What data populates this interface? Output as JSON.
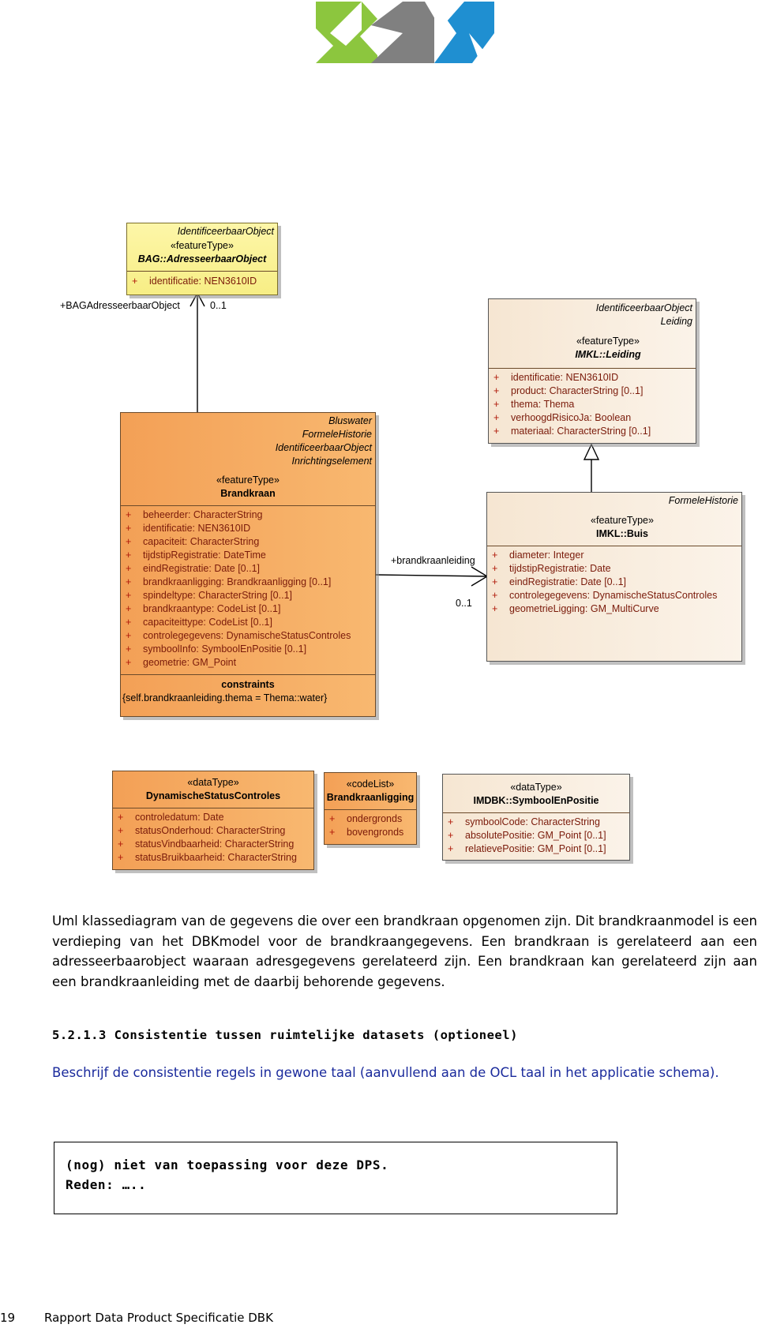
{
  "logo": {
    "name": "logo",
    "colors": [
      "#8cc63e",
      "#7f7f7f",
      "#1f8fd1"
    ]
  },
  "diagram": {
    "adresseerbaar": {
      "stereotype_super": "IdentificeerbaarObject",
      "stereotype": "«featureType»",
      "name": "BAG::AdresseerbaarObject",
      "attributes": [
        {
          "plus": "+",
          "text": "identificatie:  NEN3610ID"
        }
      ]
    },
    "assoc_top": {
      "role": "+BAGAdresseerbaarObject",
      "mult": "0..1"
    },
    "leiding": {
      "super1": "IdentificeerbaarObject",
      "super2": "Leiding",
      "stereotype": "«featureType»",
      "name": "IMKL::Leiding",
      "attributes": [
        {
          "plus": "+",
          "text": "identificatie:  NEN3610ID"
        },
        {
          "plus": "+",
          "text": "product:  CharacterString [0..1]"
        },
        {
          "plus": "+",
          "text": "thema:  Thema"
        },
        {
          "plus": "+",
          "text": "verhoogdRisicoJa:  Boolean"
        },
        {
          "plus": "+",
          "text": "materiaal:  CharacterString [0..1]"
        }
      ]
    },
    "brandkraan": {
      "super1": "Bluswater",
      "super2": "FormeleHistorie",
      "super3": "IdentificeerbaarObject",
      "super4": "Inrichtingselement",
      "stereotype": "«featureType»",
      "name": "Brandkraan",
      "attributes": [
        {
          "plus": "+",
          "text": "beheerder:  CharacterString"
        },
        {
          "plus": "+",
          "text": "identificatie:  NEN3610ID"
        },
        {
          "plus": "+",
          "text": "capaciteit:  CharacterString"
        },
        {
          "plus": "+",
          "text": "tijdstipRegistratie:  DateTime"
        },
        {
          "plus": "+",
          "text": "eindRegistratie:  Date [0..1]"
        },
        {
          "plus": "+",
          "text": "brandkraanligging:  Brandkraanligging [0..1]"
        },
        {
          "plus": "+",
          "text": "spindeltype:  CharacterString [0..1]"
        },
        {
          "plus": "+",
          "text": "brandkraantype:  CodeList [0..1]"
        },
        {
          "plus": "+",
          "text": "capaciteittype:  CodeList [0..1]"
        },
        {
          "plus": "+",
          "text": "controlegegevens:  DynamischeStatusControles"
        },
        {
          "plus": "+",
          "text": "symboolInfo:  SymboolEnPositie [0..1]"
        },
        {
          "plus": "+",
          "text": "geometrie:  GM_Point"
        }
      ],
      "constraints_title": "constraints",
      "constraint": "{self.brandkraanleiding.thema = Thema::water}"
    },
    "buis": {
      "super1": "FormeleHistorie",
      "stereotype": "«featureType»",
      "name": "IMKL::Buis",
      "attributes": [
        {
          "plus": "+",
          "text": "diameter:  Integer"
        },
        {
          "plus": "+",
          "text": "tijdstipRegistratie:  Date"
        },
        {
          "plus": "+",
          "text": "eindRegistratie:  Date [0..1]"
        },
        {
          "plus": "+",
          "text": "controlegegevens:  DynamischeStatusControles"
        },
        {
          "plus": "+",
          "text": "geometrieLigging:  GM_MultiCurve"
        }
      ]
    },
    "assoc_right": {
      "role": "+brandkraanleiding",
      "mult": "0..1"
    },
    "dynamisch": {
      "stereotype": "«dataType»",
      "name": "DynamischeStatusControles",
      "attributes": [
        {
          "plus": "+",
          "text": "controledatum:  Date"
        },
        {
          "plus": "+",
          "text": "statusOnderhoud:  CharacterString"
        },
        {
          "plus": "+",
          "text": "statusVindbaarheid:  CharacterString"
        },
        {
          "plus": "+",
          "text": "statusBruikbaarheid:  CharacterString"
        }
      ]
    },
    "ligging": {
      "stereotype": "«codeList»",
      "name": "Brandkraanligging",
      "attributes": [
        {
          "plus": "+",
          "text": "ondergronds"
        },
        {
          "plus": "+",
          "text": "bovengronds"
        }
      ]
    },
    "symbool": {
      "stereotype": "«dataType»",
      "name": "IMDBK::SymboolEnPositie",
      "attributes": [
        {
          "plus": "+",
          "text": "symboolCode:  CharacterString"
        },
        {
          "plus": "+",
          "text": "absolutePositie:  GM_Point [0..1]"
        },
        {
          "plus": "+",
          "text": "relatievePositie:  GM_Point [0..1]"
        }
      ]
    }
  },
  "caption": "Uml klassediagram van de gegevens die over een brandkraan opgenomen zijn. Dit brandkraanmodel is een verdieping van het DBKmodel voor de brandkraangegevens. Een brandkraan is gerelateerd aan een adresseerbaarobject waaraan adresgegevens gerelateerd zijn. Een brandkraan kan gerelateerd zijn aan een brandkraanleiding met de daarbij behorende gegevens.",
  "section_heading": "5.2.1.3 Consistentie tussen ruimtelijke datasets (optioneel)",
  "instruction": "Beschrijf de consistentie regels in gewone taal (aanvullend aan de OCL taal in het applicatie schema).",
  "note": {
    "line1": "(nog) niet van toepassing voor deze DPS.",
    "line2": "Reden: ….."
  },
  "footer": {
    "page": "19",
    "title": "Rapport Data Product Specificatie DBK"
  }
}
